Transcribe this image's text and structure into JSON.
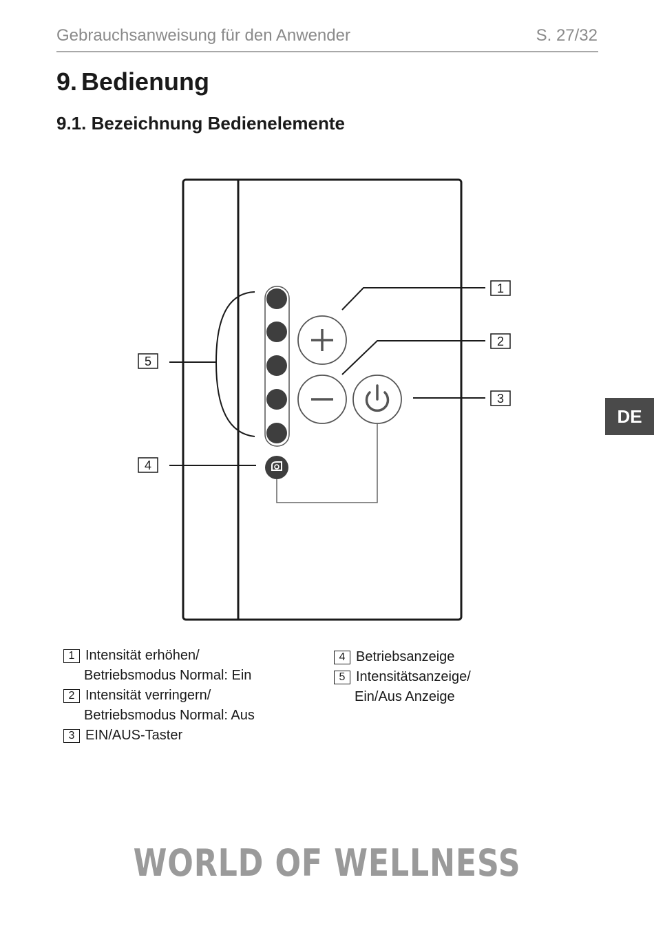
{
  "header": {
    "title": "Gebrauchsanweisung für den Anwender",
    "page": "S. 27/32"
  },
  "heading1": {
    "number": "9.",
    "text": "Bedienung"
  },
  "heading2": {
    "text": "9.1. Bezeichnung Bedienelemente"
  },
  "side_tab": {
    "label": "DE"
  },
  "callouts": [
    "1",
    "2",
    "3",
    "4",
    "5"
  ],
  "legend": {
    "left": [
      {
        "num": "1",
        "line1": "Intensität erhöhen/",
        "line2": "Betriebsmodus Normal: Ein"
      },
      {
        "num": "2",
        "line1": "Intensität verringern/",
        "line2": "Betriebsmodus Normal: Aus"
      },
      {
        "num": "3",
        "line1": "EIN/AUS-Taster"
      }
    ],
    "right": [
      {
        "num": "4",
        "line1": "Betriebsanzeige"
      },
      {
        "num": "5",
        "line1": "Intensitätsanzeige/",
        "line2": "Ein/Aus Anzeige"
      }
    ]
  },
  "brand": "WORLD OF WELLNESS"
}
